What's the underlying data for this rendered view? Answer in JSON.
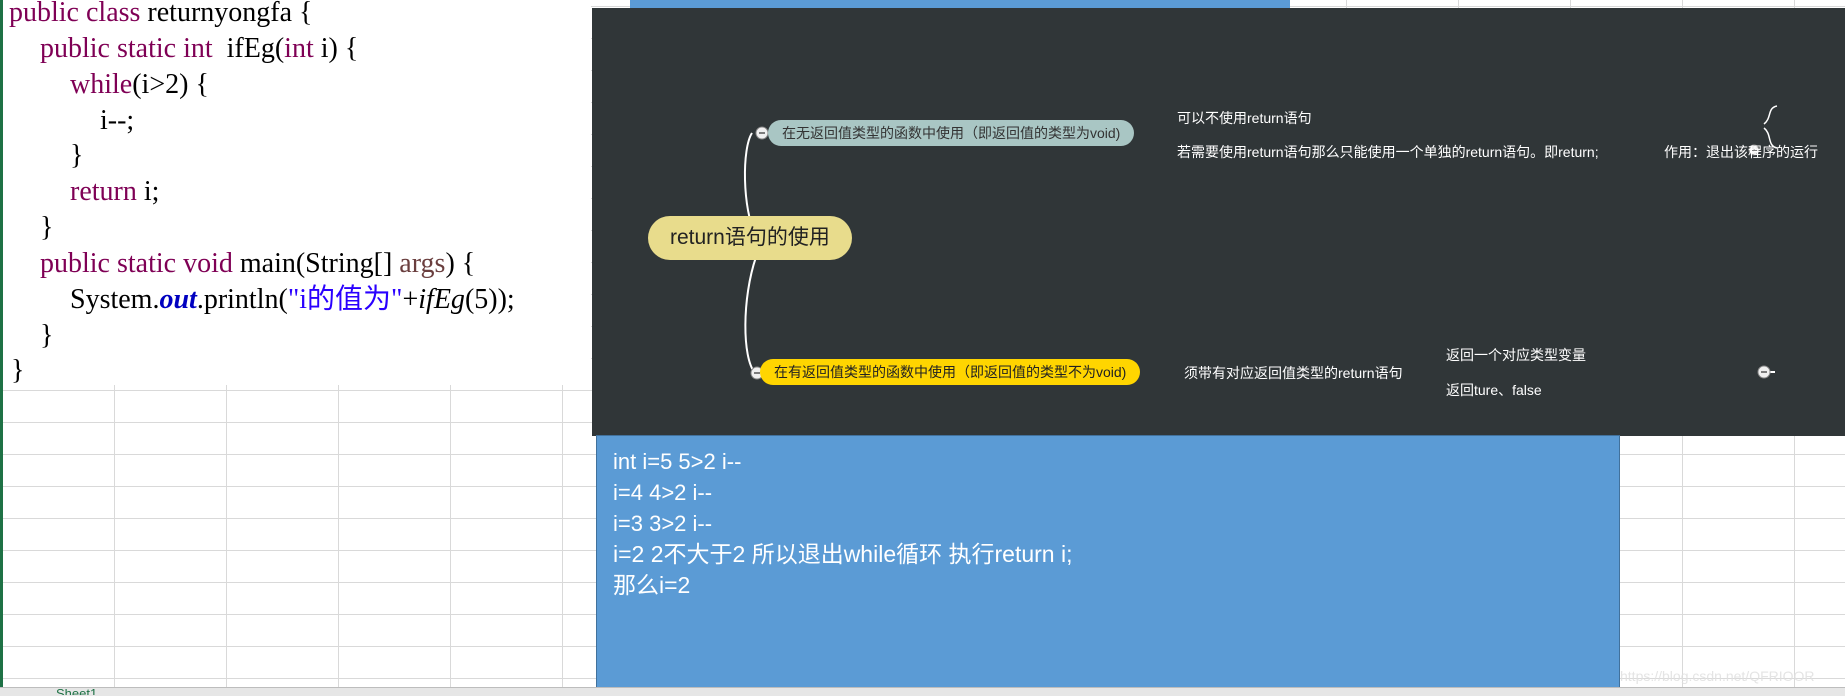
{
  "code": {
    "line1": {
      "kw": "public class",
      "rest": " returnyongfa {"
    },
    "line2": {
      "kw1": "public static int",
      "name": "  ifEg(",
      "kw2": "int",
      "rest": " i) {"
    },
    "line3": {
      "kw": "while",
      "rest": "(i>2) {"
    },
    "line4": {
      "text": "i--;"
    },
    "line5": {
      "text": "}"
    },
    "line6": {
      "kw": "return",
      "rest": " i;"
    },
    "line7": {
      "text": "}"
    },
    "line8": {
      "kw": "public static void",
      "name": " main(String[] ",
      "param": "args",
      "rest": ") {"
    },
    "line9": {
      "pre": "System.",
      "field": "out",
      "mid": ".println(",
      "str": "\"i的值为\"",
      "plus": "+",
      "call": "ifEg",
      "rest": "(5));"
    },
    "line10": {
      "text": "}"
    },
    "line11": {
      "text": "}"
    }
  },
  "mindmap": {
    "root": "return语句的使用",
    "branch1": {
      "label": "在无返回值类型的函数中使用（即返回值的类型为void)",
      "children": [
        "可以不使用return语句",
        "若需要使用return语句那么只能使用一个单独的return语句。即return;"
      ],
      "sub": "作用：退出该程序的运行"
    },
    "branch2": {
      "label": "在有返回值类型的函数中使用（即返回值的类型不为void)",
      "child": "须带有对应返回值类型的return语句",
      "grandchildren": [
        "返回一个对应类型变量",
        "返回ture、false"
      ]
    },
    "colors": {
      "background": "#303638",
      "root": "#e8dc8c",
      "branch1": "#a9c6c4",
      "branch2": "#ffd500",
      "lines": "#ffffff"
    }
  },
  "note": {
    "lines": [
      "int i=5 5>2  i--",
      "i=4  4>2 i--",
      "i=3 3>2 i--",
      "i=2 2不大于2 所以退出while循环 执行return i;",
      "那么i=2"
    ]
  },
  "tabs": {
    "sheet1": "Sheet1"
  },
  "watermark": "https://blog.csdn.net/QFRIOOR"
}
